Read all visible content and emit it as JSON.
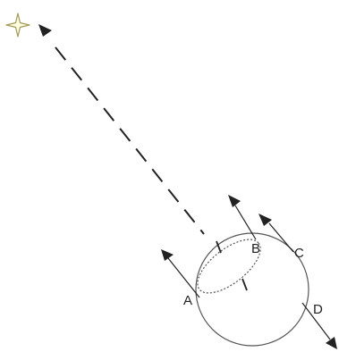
{
  "diagram": {
    "points": {
      "a": "A",
      "b": "B",
      "c": "C",
      "d": "D"
    },
    "elements": {
      "source": "star-icon",
      "sphere": "circle",
      "tilted_ring": "ellipse"
    },
    "colors": {
      "stroke": "#222222",
      "sphere": "#555555",
      "star_fill": "#fffde0",
      "star_stroke": "#a29a55"
    }
  }
}
